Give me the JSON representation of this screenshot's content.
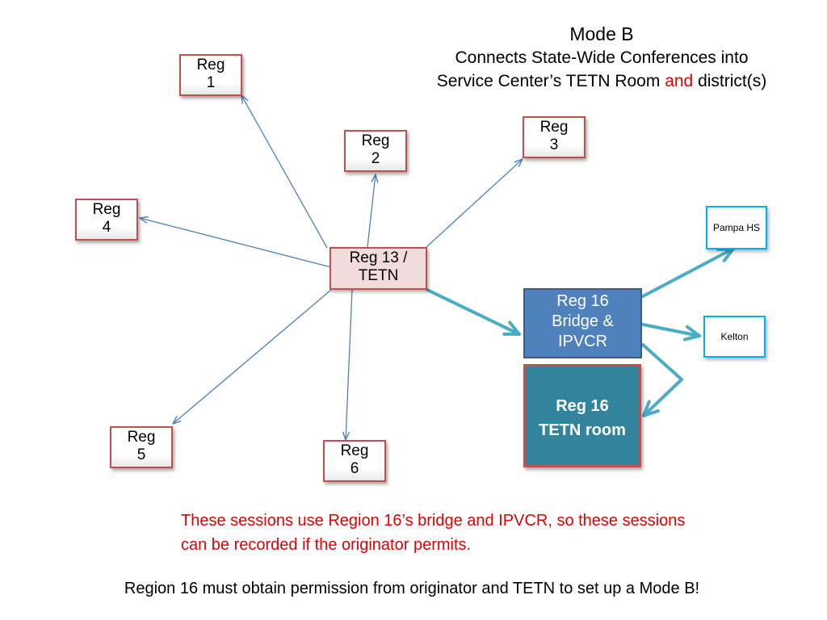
{
  "title": {
    "line1": "Mode B",
    "line2": "Connects State-Wide Conferences into",
    "line3_pre": "Service Center’s TETN Room ",
    "line3_emph": "and",
    "line3_post": " district(s)",
    "emph_color": "#e00000"
  },
  "nodes": {
    "reg1": {
      "line1": "Reg",
      "line2": "1"
    },
    "reg2": {
      "line1": "Reg",
      "line2": "2"
    },
    "reg3": {
      "line1": "Reg",
      "line2": "3"
    },
    "reg4": {
      "line1": "Reg",
      "line2": "4"
    },
    "reg5": {
      "line1": "Reg",
      "line2": "5"
    },
    "reg6": {
      "line1": "Reg",
      "line2": "6"
    },
    "hub": {
      "line1": "Reg 13 /",
      "line2": "TETN"
    },
    "bridge": {
      "line1": "Reg 16",
      "line2": "Bridge &",
      "line3": "IPVCR"
    },
    "tetn_room": {
      "line1": "Reg 16",
      "line2": "TETN room"
    },
    "pampa": {
      "label": "Pampa HS"
    },
    "kelton": {
      "label": "Kelton"
    }
  },
  "note": "These sessions use Region 16’s bridge and IPVCR, so these sessions can be recorded if the originator permits.",
  "footer": "Region 16 must obtain permission from originator and TETN to set up a Mode B!",
  "colors": {
    "thin_arrow": "#4f81bd",
    "thick_arrow": "#4bacc6",
    "reg_border": "#c0504d",
    "hub_fill": "#f2dcdb",
    "bridge_fill": "#4f81bd",
    "tetn_room_fill": "#31849b",
    "district_border": "#00b0f0"
  }
}
